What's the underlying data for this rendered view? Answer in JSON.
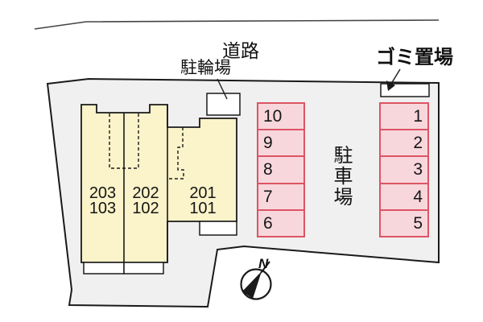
{
  "labels": {
    "road": "道路",
    "bicycle_parking": "駐輪場",
    "garbage_area": "ゴミ置場",
    "parking_lot": "駐車場",
    "compass_north": "N"
  },
  "building": {
    "units": [
      {
        "upper": "203",
        "lower": "103"
      },
      {
        "upper": "202",
        "lower": "102"
      },
      {
        "upper": "201",
        "lower": "101"
      }
    ]
  },
  "parking": {
    "left_column": [
      "10",
      "9",
      "8",
      "7",
      "6"
    ],
    "right_column": [
      "1",
      "2",
      "3",
      "4",
      "5"
    ]
  },
  "colors": {
    "site_fill": "#f0f0f0",
    "building_fill": "#fbf3c9",
    "parking_fill": "#f8d7dc",
    "parking_border": "#dc5464",
    "outline": "#1a1a1a",
    "road_line": "#444444"
  }
}
